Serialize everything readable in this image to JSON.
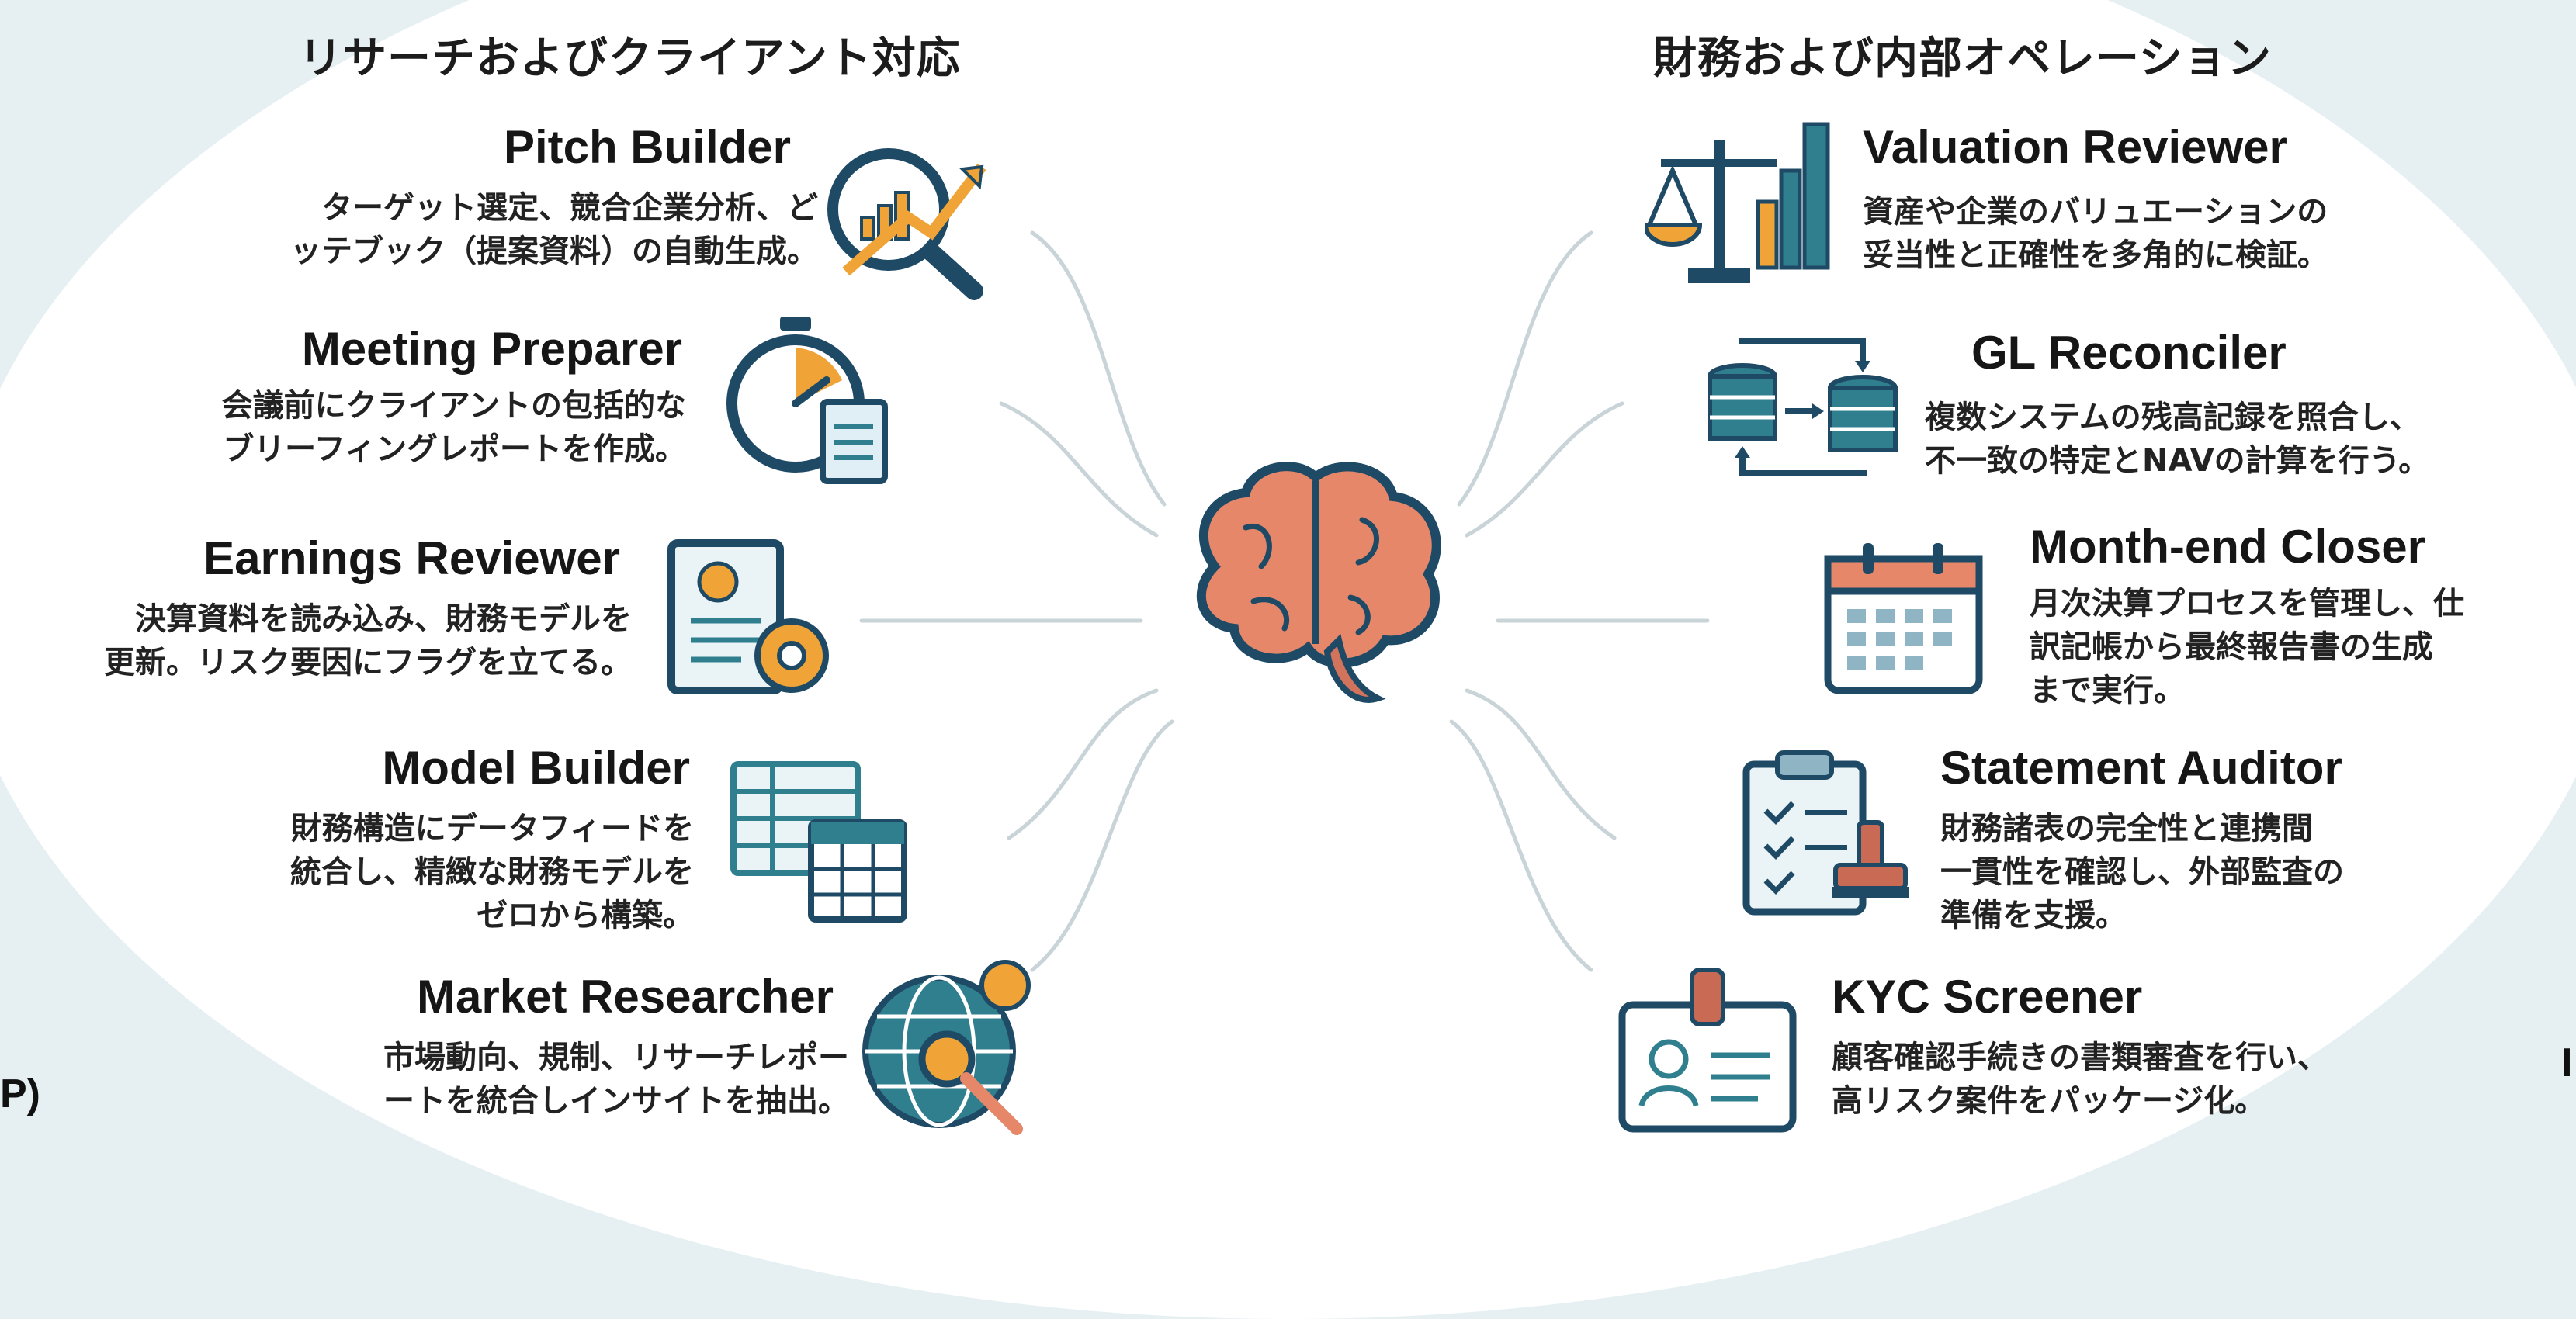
{
  "left_section": {
    "title": "リサーチおよびクライアント対応",
    "nodes": [
      {
        "title": "Pitch Builder",
        "desc": "ターゲット選定、競合企業分析、ど\nッテブック（提案資料）の自動生成。",
        "icon": "magnifier-chart-icon"
      },
      {
        "title": "Meeting Preparer",
        "desc": "会議前にクライアントの包括的な\nブリーフィングレポートを作成。",
        "icon": "stopwatch-document-icon"
      },
      {
        "title": "Earnings Reviewer",
        "desc": "決算資料を読み込み、財務モデルを\n更新。リスク要因にフラグを立てる。",
        "icon": "document-gear-icon"
      },
      {
        "title": "Model Builder",
        "desc": "財務構造にデータフィードを\n統合し、精緻な財務モデルを\nゼロから構築。",
        "icon": "spreadsheet-icon"
      },
      {
        "title": "Market Researcher",
        "desc": "市場動向、規制、リサーチレポー\nートを統合しインサイトを抽出。",
        "icon": "globe-search-icon"
      }
    ]
  },
  "right_section": {
    "title": "財務および内部オペレーション",
    "nodes": [
      {
        "title": "Valuation Reviewer",
        "desc": "資産や企業のバリュエーションの\n妥当性と正確性を多角的に検証。",
        "icon": "scale-chart-icon"
      },
      {
        "title": "GL Reconciler",
        "desc": "複数システムの残高記録を照合し、\n不一致の特定とNAVの計算を行う。",
        "icon": "database-sync-icon"
      },
      {
        "title": "Month-end Closer",
        "desc": "月次決算プロセスを管理し、仕\n訳記帳から最終報告書の生成\nまで実行。",
        "icon": "calendar-icon"
      },
      {
        "title": "Statement Auditor",
        "desc": "財務諸表の完全性と連携間\n一貫性を確認し、外部監査の\n準備を支援。",
        "icon": "clipboard-stamp-icon"
      },
      {
        "title": "KYC Screener",
        "desc": "顧客確認手続きの書類審査を行い、\n高リスク案件をパッケージ化。",
        "icon": "id-card-icon"
      }
    ]
  },
  "center": {
    "icon": "brain-icon"
  },
  "edges": {
    "left_fragment": "P)",
    "right_fragment": "I"
  },
  "colors": {
    "orange": "#f0a437",
    "teal": "#2f7f8e",
    "navy": "#1f4a66",
    "brain": "#e6876a",
    "line": "#c9d6da"
  }
}
